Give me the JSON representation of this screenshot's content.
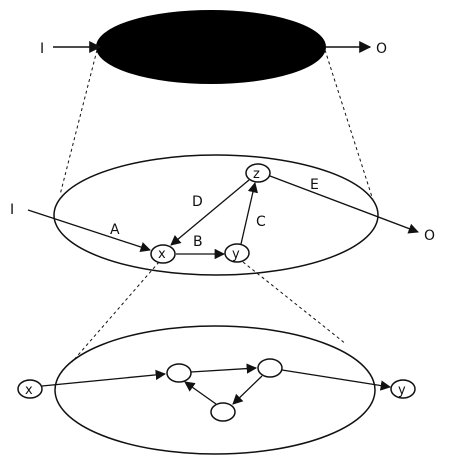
{
  "top": {
    "input_label": "I",
    "output_label": "O"
  },
  "middle": {
    "input_label": "I",
    "output_label": "O",
    "nodes": {
      "x": "x",
      "y": "y",
      "z": "z"
    },
    "edges": {
      "A": "A",
      "B": "B",
      "C": "C",
      "D": "D",
      "E": "E"
    }
  },
  "bottom": {
    "left_node_label": "x",
    "right_node_label": "y"
  },
  "colors": {
    "ink": "#111111",
    "fill_black": "#000000",
    "paper": "#ffffff"
  }
}
